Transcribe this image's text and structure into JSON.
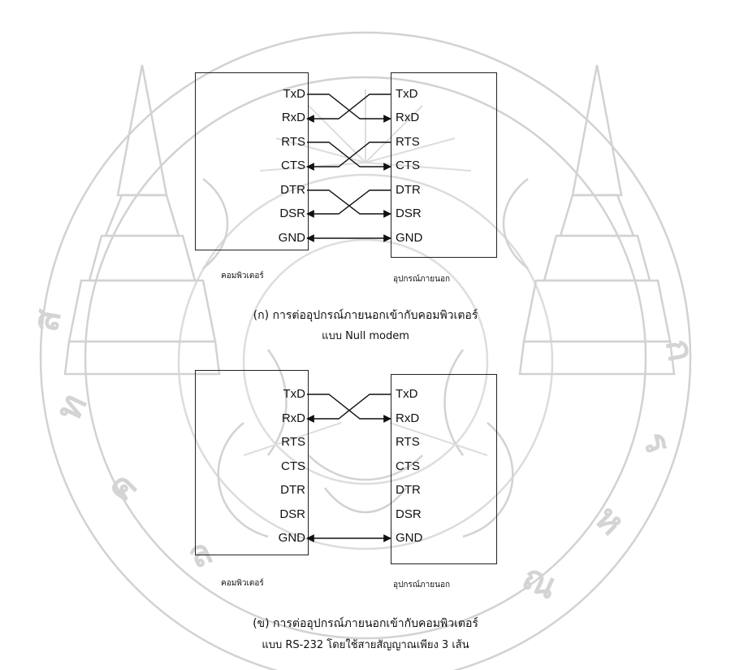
{
  "diagram_a": {
    "left_pins": [
      "TxD",
      "RxD",
      "RTS",
      "CTS",
      "DTR",
      "DSR",
      "GND"
    ],
    "right_pins": [
      "TxD",
      "RxD",
      "RTS",
      "CTS",
      "DTR",
      "DSR",
      "GND"
    ],
    "left_label": "คอมพิวเตอร์",
    "right_label": "อุปกรณ์ภายนอก",
    "caption_line1": "(ก) การต่ออุปกรณ์ภายนอกเข้ากับคอมพิวเตอร์",
    "caption_line2": "แบบ Null modem",
    "connections": [
      {
        "from": "TxD",
        "to": "RxD",
        "arrow": "right"
      },
      {
        "from": "RxD",
        "to": "TxD",
        "arrow": "left"
      },
      {
        "from": "RTS",
        "to": "CTS",
        "arrow": "right"
      },
      {
        "from": "CTS",
        "to": "RTS",
        "arrow": "left"
      },
      {
        "from": "DTR",
        "to": "DSR",
        "arrow": "right"
      },
      {
        "from": "DSR",
        "to": "DTR",
        "arrow": "left"
      },
      {
        "from": "GND",
        "to": "GND",
        "arrow": "both"
      }
    ]
  },
  "diagram_b": {
    "left_pins": [
      "TxD",
      "RxD",
      "RTS",
      "CTS",
      "DTR",
      "DSR",
      "GND"
    ],
    "right_pins": [
      "TxD",
      "RxD",
      "RTS",
      "CTS",
      "DTR",
      "DSR",
      "GND"
    ],
    "left_label": "คอมพิวเตอร์",
    "right_label": "อุปกรณ์ภายนอก",
    "caption_line1": "(ข) การต่ออุปกรณ์ภายนอกเข้ากับคอมพิวเตอร์",
    "caption_line2": "แบบ RS-232 โดยใช้สายสัญญาณเพียง 3 เส้น",
    "connections": [
      {
        "from": "TxD",
        "to": "RxD",
        "arrow": "right"
      },
      {
        "from": "RxD",
        "to": "TxD",
        "arrow": "left"
      },
      {
        "from": "GND",
        "to": "GND",
        "arrow": "both"
      }
    ]
  },
  "colors": {
    "ink": "#111111",
    "watermark": "#c9c9c9"
  }
}
